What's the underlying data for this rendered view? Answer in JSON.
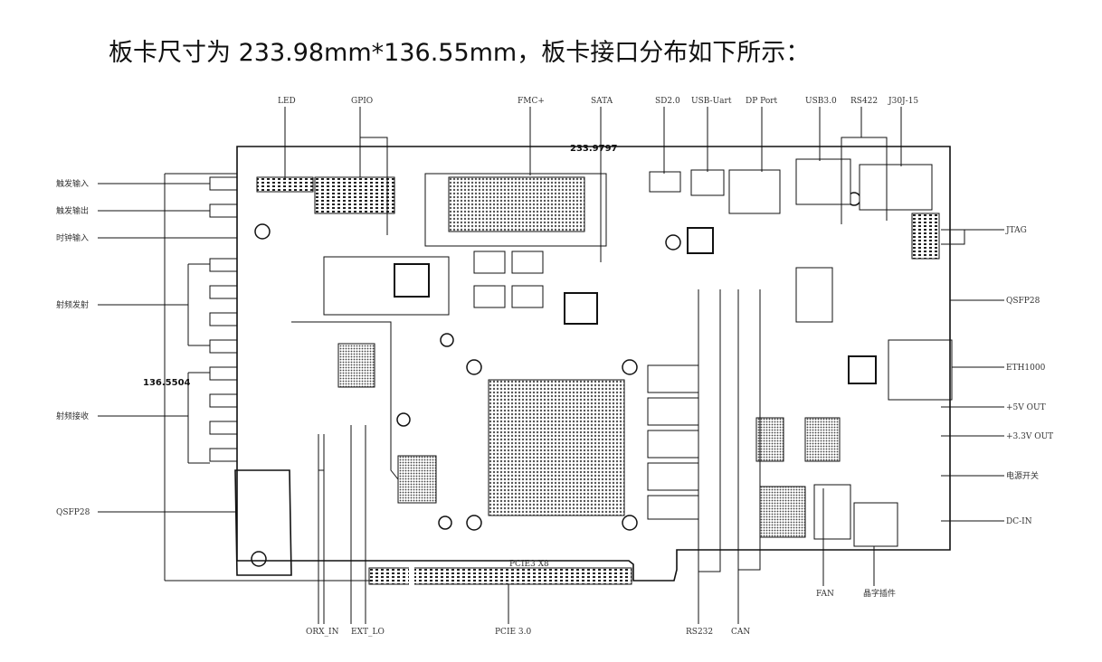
{
  "heading": "板卡尺寸为 233.98mm*136.55mm，板卡接口分布如下所示：",
  "dims": {
    "width": "233.9797",
    "height": "136.5504"
  },
  "top_labels": {
    "led": "LED",
    "gpio": "GPIO",
    "fmc": "FMC+",
    "sata": "SATA",
    "sd": "SD2.0",
    "usb_uart": "USB-Uart",
    "dp": "DP Port",
    "usb3": "USB3.0",
    "rs422": "RS422",
    "j30j": "J30J-15"
  },
  "left_labels": {
    "trigger_in": "触发输入",
    "trigger_out": "触发输出",
    "clock_in": "时钟输入",
    "rf_tx": "射频发射",
    "rf_rx": "射频接收",
    "qsfp_left": "QSFP28"
  },
  "right_labels": {
    "jtag": "JTAG",
    "qsfp_right": "QSFP28",
    "eth": "ETH1000",
    "v5": "+5V OUT",
    "v33": "+3.3V OUT",
    "power_switch": "电源开关",
    "dc_in": "DC-IN"
  },
  "bottom_labels": {
    "orx_in": "ORX_IN",
    "ext_lo": "EXT_LO",
    "pcie": "PCIE 3.0",
    "rs232": "RS232",
    "can": "CAN",
    "fan": "FAN",
    "crystal": "晶字插件"
  },
  "board_marks": {
    "pcie_silk": "PCIE3 X8"
  }
}
